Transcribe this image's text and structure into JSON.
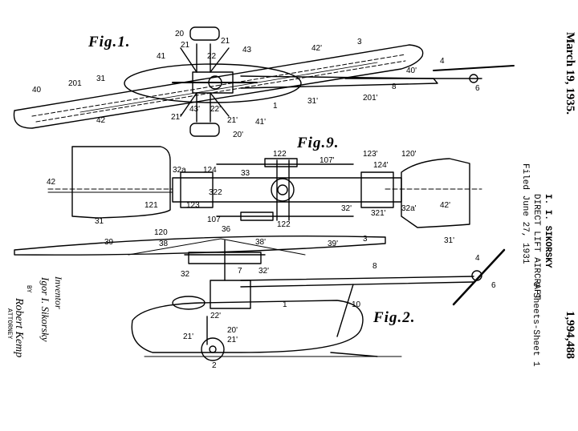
{
  "header": {
    "date": "March 19, 1935.",
    "inventor_name": "I. I. SIKORSKY",
    "title": "DIRECT LIFT AIRCRAFT",
    "filed": "Filed June 27, 1931",
    "sheets": "9 Sheets-Sheet 1",
    "patent_number": "1,994,488"
  },
  "signatures": {
    "inventor_caption": "Inventor",
    "inventor_signature": "Igor I. Sikorsky",
    "by": "BY",
    "attorney_signature": "Robert Kemp",
    "attorney_caption": "ATTORNEY"
  },
  "figures": {
    "fig1": "Fig.1.",
    "fig9": "Fig.9.",
    "fig2": "Fig.2."
  },
  "refs": {
    "fig1": [
      "20",
      "21",
      "21",
      "22",
      "43",
      "41",
      "42'",
      "3",
      "4",
      "40",
      "201",
      "31",
      "40'",
      "6",
      "8",
      "42",
      "1",
      "31'",
      "201'",
      "41'",
      "43'",
      "22'",
      "21'",
      "21'",
      "20'"
    ],
    "fig9": [
      "122",
      "107'",
      "123'",
      "120'",
      "124'",
      "32a",
      "124",
      "33",
      "42",
      "322",
      "123",
      "321'",
      "42'",
      "32'",
      "32a'",
      "121",
      "31",
      "120",
      "107",
      "122",
      "31'"
    ],
    "fig2": [
      "36",
      "39",
      "38",
      "38'",
      "39'",
      "3",
      "32",
      "7",
      "32'",
      "8",
      "4",
      "6",
      "10",
      "1",
      "22'",
      "20'",
      "21'",
      "21'",
      "2"
    ]
  }
}
